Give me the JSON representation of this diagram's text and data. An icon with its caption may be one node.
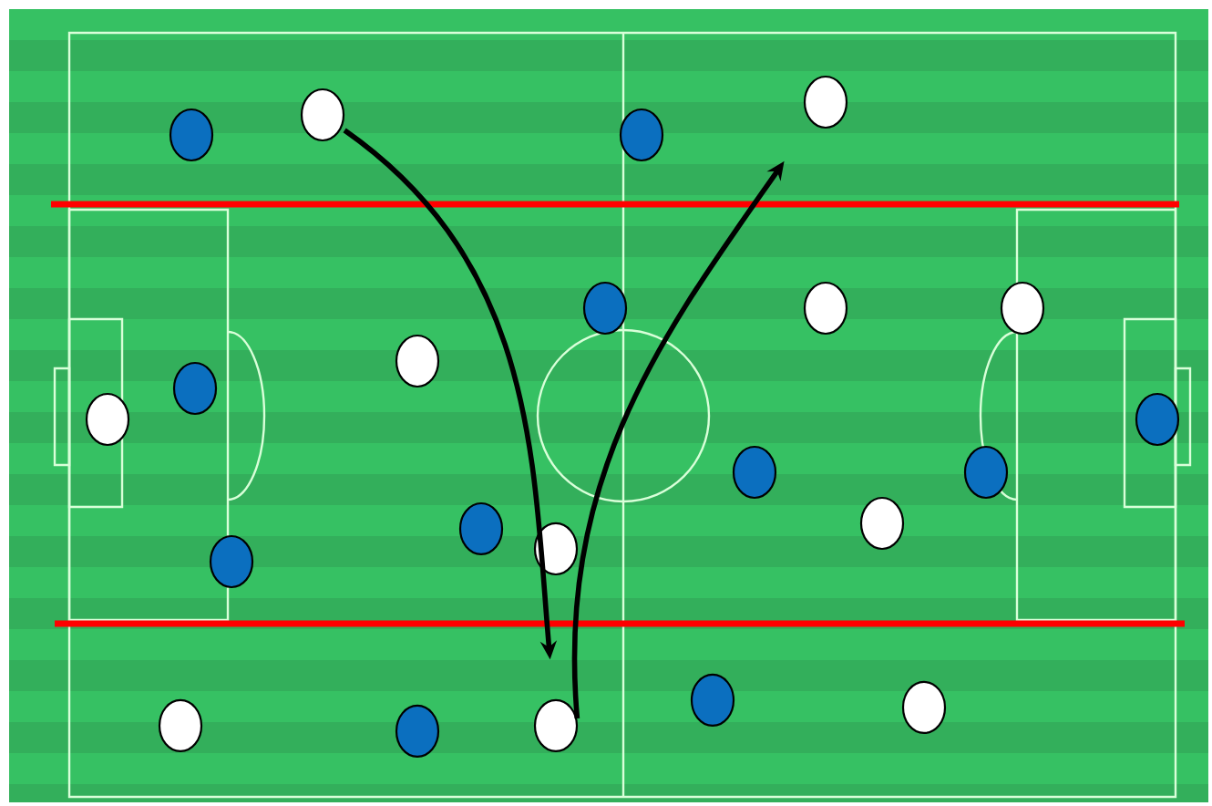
{
  "diagram": {
    "nodes": [
      {
        "text": [],
        "shape": "circle"
      },
      {
        "text": [],
        "shape": "circle"
      },
      {
        "text": [],
        "shape": "circle"
      },
      {
        "text": [],
        "shape": "circle"
      },
      {
        "text": [],
        "shape": "circle"
      },
      {
        "text": [],
        "shape": "circle"
      },
      {
        "text": [],
        "shape": "circle"
      },
      {
        "text": [],
        "shape": "circle"
      },
      {
        "text": [],
        "shape": "circle"
      },
      {
        "text": [],
        "shape": "circle"
      },
      {
        "text": [],
        "shape": "circle"
      },
      {
        "text": [],
        "shape": "circle"
      },
      {
        "text": [],
        "shape": "circle"
      },
      {
        "text": [],
        "shape": "circle"
      },
      {
        "text": [],
        "shape": "circle"
      },
      {
        "text": [],
        "shape": "circle"
      },
      {
        "text": [],
        "shape": "circle"
      },
      {
        "text": [],
        "shape": "circle"
      },
      {
        "text": [],
        "shape": "circle"
      },
      {
        "text": [],
        "shape": "circle"
      },
      {
        "text": [],
        "shape": "circle"
      },
      {
        "text": [],
        "shape": "circle"
      }
    ],
    "edges": [
      {
        "from": 1,
        "to": 20,
        "arrow": "to"
      },
      {
        "from": 20,
        "to": 0,
        "arrow": "to"
      }
    ]
  }
}
